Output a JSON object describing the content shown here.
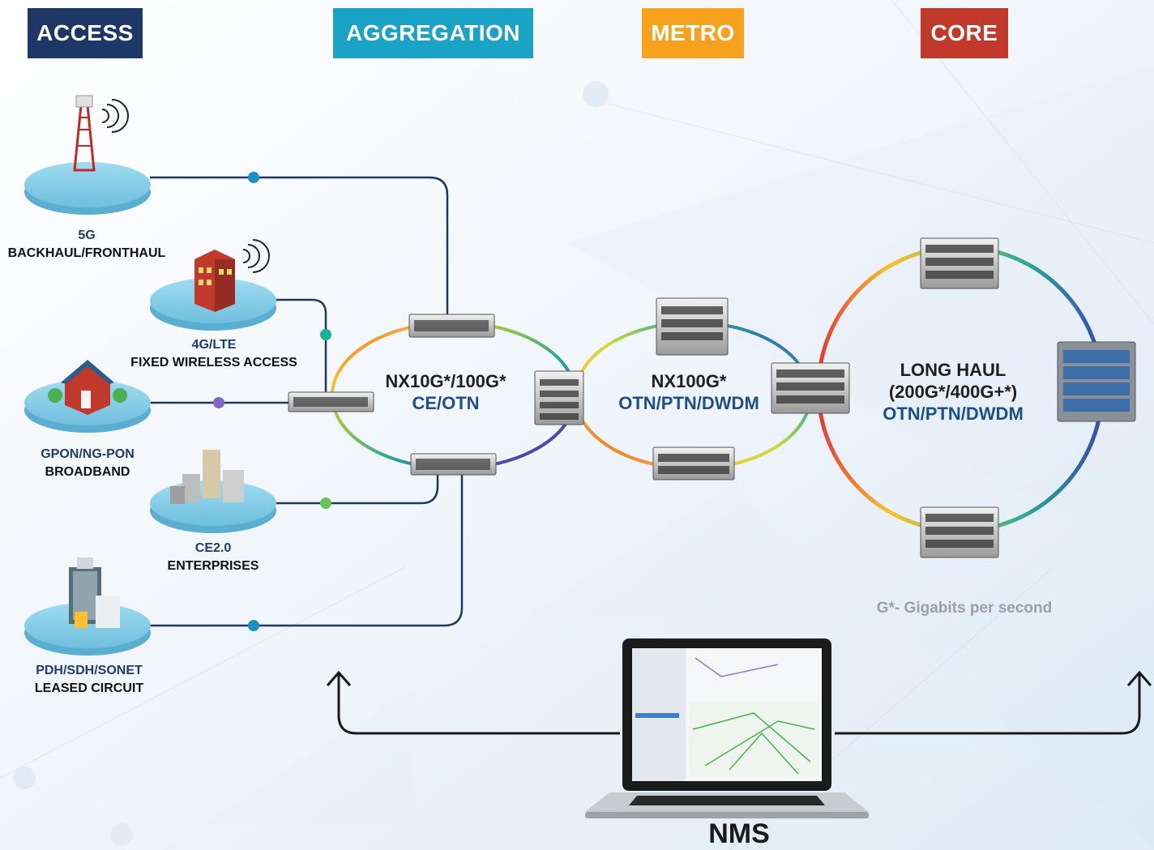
{
  "layers": {
    "access": {
      "label": "ACCESS",
      "color": "#1d3766"
    },
    "aggregation": {
      "label": "AGGREGATION",
      "color": "#1ba3c6"
    },
    "metro": {
      "label": "METRO",
      "color": "#f6a21e"
    },
    "core": {
      "label": "CORE",
      "color": "#c0392b"
    }
  },
  "services": {
    "fiveg": {
      "line1": "5G",
      "line2": "BACKHAUL/FRONTHAUL"
    },
    "lte": {
      "line1": "4G/LTE",
      "line2": "FIXED WIRELESS ACCESS"
    },
    "gpon": {
      "line1": "GPON/NG-PON",
      "line2": "BROADBAND"
    },
    "ce": {
      "line1": "CE2.0",
      "line2": "ENTERPRISES"
    },
    "pdh": {
      "line1": "PDH/SDH/SONET",
      "line2": "LEASED CIRCUIT"
    }
  },
  "rings": {
    "aggregation": {
      "line1": "NX10G*/100G*",
      "line2": "CE/OTN"
    },
    "metro": {
      "line1": "NX100G*",
      "line2": "OTN/PTN/DWDM"
    },
    "core": {
      "line1": "LONG HAUL",
      "line2": "(200G*/400G+*)",
      "line3": "OTN/PTN/DWDM"
    }
  },
  "footnote": "G*- Gigabits per second",
  "nms": "NMS",
  "colors": {
    "link": "#1c3a5e",
    "node_blue": "#1b8fc4",
    "node_teal": "#17b29a",
    "node_purple": "#7e67c9",
    "node_green": "#6ac259"
  }
}
